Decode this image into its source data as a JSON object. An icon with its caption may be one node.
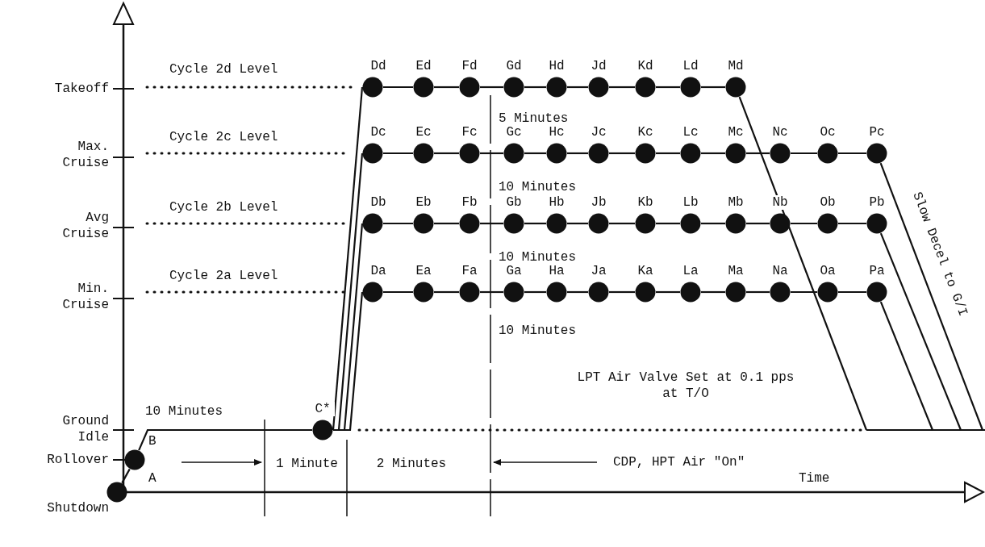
{
  "diagram": {
    "nodes": [
      {
        "text": [
          "Dd"
        ]
      },
      {
        "text": [
          "Ed"
        ]
      },
      {
        "text": [
          "Fd"
        ]
      },
      {
        "text": [
          "Gd"
        ]
      },
      {
        "text": [
          "Hd"
        ]
      },
      {
        "text": [
          "Jd"
        ]
      },
      {
        "text": [
          "Kd"
        ]
      },
      {
        "text": [
          "Ld"
        ]
      },
      {
        "text": [
          "Md"
        ]
      },
      {
        "text": [
          "Dc"
        ]
      },
      {
        "text": [
          "Ec"
        ]
      },
      {
        "text": [
          "Fc"
        ]
      },
      {
        "text": [
          "Gc"
        ]
      },
      {
        "text": [
          "Hc"
        ]
      },
      {
        "text": [
          "Jc"
        ]
      },
      {
        "text": [
          "Kc"
        ]
      },
      {
        "text": [
          "Lc"
        ]
      },
      {
        "text": [
          "Mc"
        ]
      },
      {
        "text": [
          "Nc"
        ]
      },
      {
        "text": [
          "Oc"
        ]
      },
      {
        "text": [
          "Pc"
        ]
      },
      {
        "text": [
          "Db"
        ]
      },
      {
        "text": [
          "Eb"
        ]
      },
      {
        "text": [
          "Fb"
        ]
      },
      {
        "text": [
          "Gb"
        ]
      },
      {
        "text": [
          "Hb"
        ]
      },
      {
        "text": [
          "Jb"
        ]
      },
      {
        "text": [
          "Kb"
        ]
      },
      {
        "text": [
          "Lb"
        ]
      },
      {
        "text": [
          "Mb"
        ]
      },
      {
        "text": [
          "Nb"
        ]
      },
      {
        "text": [
          "Ob"
        ]
      },
      {
        "text": [
          "Pb"
        ]
      },
      {
        "text": [
          "Da"
        ]
      },
      {
        "text": [
          "Ea"
        ]
      },
      {
        "text": [
          "Fa"
        ]
      },
      {
        "text": [
          "Ga"
        ]
      },
      {
        "text": [
          "Ha"
        ]
      },
      {
        "text": [
          "Ja"
        ]
      },
      {
        "text": [
          "Ka"
        ]
      },
      {
        "text": [
          "La"
        ]
      },
      {
        "text": [
          "Ma"
        ]
      },
      {
        "text": [
          "Na"
        ]
      },
      {
        "text": [
          "Oa"
        ]
      },
      {
        "text": [
          "Pa"
        ]
      },
      {
        "text": [
          "C*"
        ]
      },
      {
        "text": [
          "B",
          "A"
        ]
      },
      {
        "text": [],
        "shape": "circle"
      }
    ],
    "edges": [
      {
        "from": 47,
        "to": 46,
        "arrow": "none"
      },
      {
        "from": 46,
        "to": 45,
        "arrow": "none"
      },
      {
        "from": 45,
        "to": 0,
        "arrow": "none"
      },
      {
        "from": 45,
        "to": 9,
        "arrow": "none"
      },
      {
        "from": 45,
        "to": 21,
        "arrow": "none"
      },
      {
        "from": 45,
        "to": 33,
        "arrow": "none"
      },
      {
        "from": 0,
        "to": 1,
        "arrow": "none"
      },
      {
        "from": 1,
        "to": 2,
        "arrow": "none"
      },
      {
        "from": 2,
        "to": 3,
        "arrow": "none"
      },
      {
        "from": 3,
        "to": 4,
        "arrow": "none"
      },
      {
        "from": 4,
        "to": 5,
        "arrow": "none"
      },
      {
        "from": 5,
        "to": 6,
        "arrow": "none"
      },
      {
        "from": 6,
        "to": 7,
        "arrow": "none"
      },
      {
        "from": 7,
        "to": 8,
        "arrow": "none"
      },
      {
        "from": 9,
        "to": 10,
        "arrow": "none"
      },
      {
        "from": 10,
        "to": 11,
        "arrow": "none"
      },
      {
        "from": 11,
        "to": 12,
        "arrow": "none"
      },
      {
        "from": 12,
        "to": 13,
        "arrow": "none"
      },
      {
        "from": 13,
        "to": 14,
        "arrow": "none"
      },
      {
        "from": 14,
        "to": 15,
        "arrow": "none"
      },
      {
        "from": 15,
        "to": 16,
        "arrow": "none"
      },
      {
        "from": 16,
        "to": 17,
        "arrow": "none"
      },
      {
        "from": 17,
        "to": 18,
        "arrow": "none"
      },
      {
        "from": 18,
        "to": 19,
        "arrow": "none"
      },
      {
        "from": 19,
        "to": 20,
        "arrow": "none"
      },
      {
        "from": 21,
        "to": 22,
        "arrow": "none"
      },
      {
        "from": 22,
        "to": 23,
        "arrow": "none"
      },
      {
        "from": 23,
        "to": 24,
        "arrow": "none"
      },
      {
        "from": 24,
        "to": 25,
        "arrow": "none"
      },
      {
        "from": 25,
        "to": 26,
        "arrow": "none"
      },
      {
        "from": 26,
        "to": 27,
        "arrow": "none"
      },
      {
        "from": 27,
        "to": 28,
        "arrow": "none"
      },
      {
        "from": 28,
        "to": 29,
        "arrow": "none"
      },
      {
        "from": 29,
        "to": 30,
        "arrow": "none"
      },
      {
        "from": 30,
        "to": 31,
        "arrow": "none"
      },
      {
        "from": 31,
        "to": 32,
        "arrow": "none"
      },
      {
        "from": 33,
        "to": 34,
        "arrow": "none"
      },
      {
        "from": 34,
        "to": 35,
        "arrow": "none"
      },
      {
        "from": 35,
        "to": 36,
        "arrow": "none"
      },
      {
        "from": 36,
        "to": 37,
        "arrow": "none"
      },
      {
        "from": 37,
        "to": 38,
        "arrow": "none"
      },
      {
        "from": 38,
        "to": 39,
        "arrow": "none"
      },
      {
        "from": 39,
        "to": 40,
        "arrow": "none"
      },
      {
        "from": 40,
        "to": 41,
        "arrow": "none"
      },
      {
        "from": 41,
        "to": 42,
        "arrow": "none"
      },
      {
        "from": 42,
        "to": 43,
        "arrow": "none"
      },
      {
        "from": 43,
        "to": 44,
        "arrow": "none"
      },
      {
        "from": 8,
        "to": null,
        "arrow": "none"
      },
      {
        "from": 44,
        "to": null,
        "arrow": "none"
      },
      {
        "from": 32,
        "to": null,
        "arrow": "none"
      },
      {
        "from": 20,
        "to": null,
        "arrow": "none"
      }
    ],
    "labels": [
      "Takeoff",
      "Cycle 2d Level",
      "5 Minutes",
      "Max. Cruise",
      "Cycle 2c Level",
      "10 Minutes",
      "Slow Decel to G/I",
      "Avg Cruise",
      "Cycle 2b Level",
      "10 Minutes",
      "Min. Cruise",
      "Cycle 2a Level",
      "10 Minutes",
      "LPT Air Valve Set at 0.1 pps at T/O",
      "10 Minutes",
      "Ground Idle",
      "Rollover",
      "1 Minute",
      "2 Minutes",
      "CDP, HPT Air \"On\"",
      "Time",
      "Shutdown"
    ]
  }
}
